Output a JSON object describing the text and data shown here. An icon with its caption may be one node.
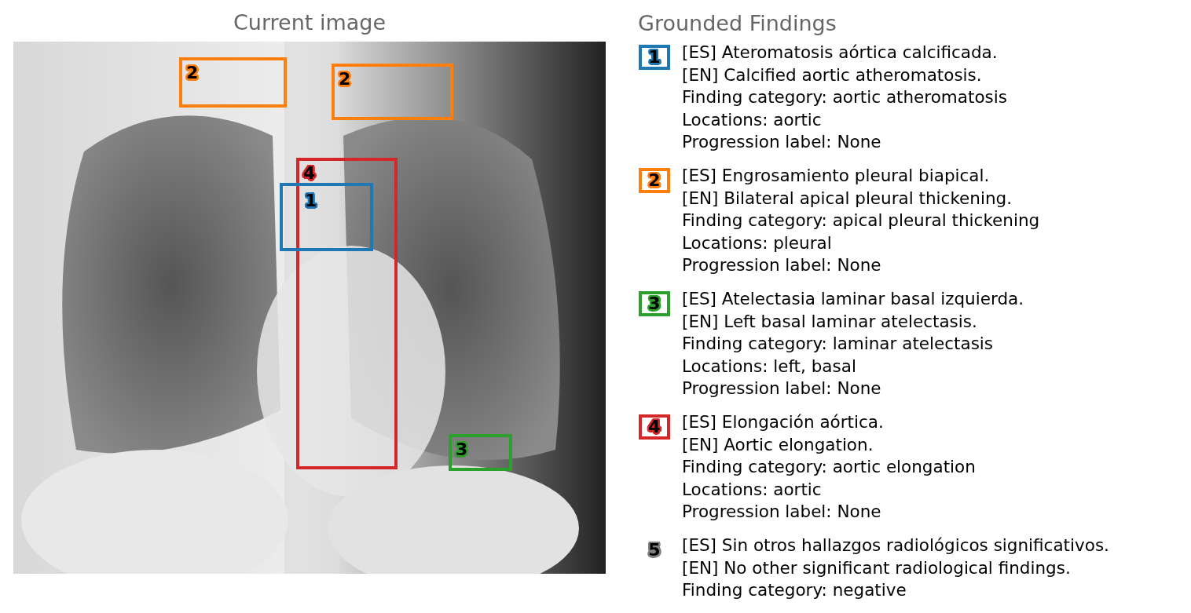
{
  "diagram": {
    "nodes": [
      {
        "text": [
          "Current image"
        ]
      },
      {
        "text": [
          "2"
        ],
        "in": 0
      },
      {
        "text": [
          "2"
        ],
        "in": 0
      },
      {
        "text": [
          "4"
        ],
        "in": 0
      },
      {
        "text": [
          "1"
        ],
        "in": 0
      },
      {
        "text": [
          "3"
        ],
        "in": 0
      },
      {
        "text": [
          "1"
        ],
        "beside": [
          "[ES] Ateromatosis aórtica calcificada.",
          "[EN] Calcified aortic atheromatosis.",
          "Finding category: aortic atheromatosis",
          "Locations: aortic",
          "Progression label: None"
        ]
      },
      {
        "text": [
          "2"
        ],
        "beside": [
          "[ES] Engrosamiento pleural biapical.",
          "[EN] Bilateral apical pleural thickening.",
          "Finding category: apical pleural thickening",
          "Locations: pleural",
          "Progression label: None"
        ]
      },
      {
        "text": [
          "3"
        ],
        "beside": [
          "[ES] Atelectasia laminar basal izquierda.",
          "[EN] Left basal laminar atelectasis.",
          "Finding category: laminar atelectasis",
          "Locations: left, basal",
          "Progression label: None"
        ]
      },
      {
        "text": [
          "4"
        ],
        "beside": [
          "[ES] Elongación aórtica.",
          "[EN] Aortic elongation.",
          "Finding category: aortic elongation",
          "Locations: aortic",
          "Progression label: None"
        ]
      },
      {
        "text": [
          "5"
        ],
        "beside": [
          "[ES] Sin otros hallazgos radiológicos significativos.",
          "[EN] No other significant radiological findings.",
          "Finding category: negative"
        ]
      }
    ],
    "edges": [],
    "labels": [
      "Grounded Findings"
    ]
  }
}
